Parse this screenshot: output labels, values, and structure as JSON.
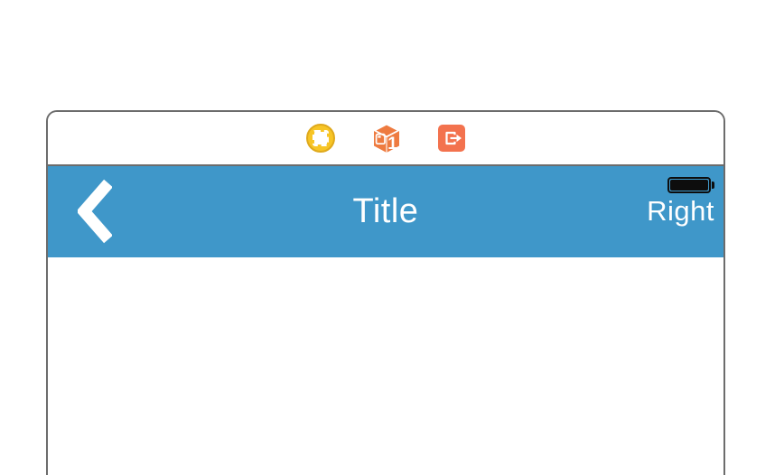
{
  "device": {
    "frame_border_color": "#6c6c6c",
    "background": "#ffffff"
  },
  "toolbar": {
    "icons": [
      {
        "name": "screenshot-region-icon",
        "color": "#f7c526"
      },
      {
        "name": "scene-cube-icon",
        "color": "#ee7b40",
        "badge": "1"
      },
      {
        "name": "exit-icon",
        "color": "#f3724e"
      }
    ]
  },
  "navbar": {
    "background": "#3f97c9",
    "back_icon": "chevron-left",
    "title": "Title",
    "right_button_label": "Right",
    "battery_level": "full",
    "text_color": "#ffffff"
  }
}
